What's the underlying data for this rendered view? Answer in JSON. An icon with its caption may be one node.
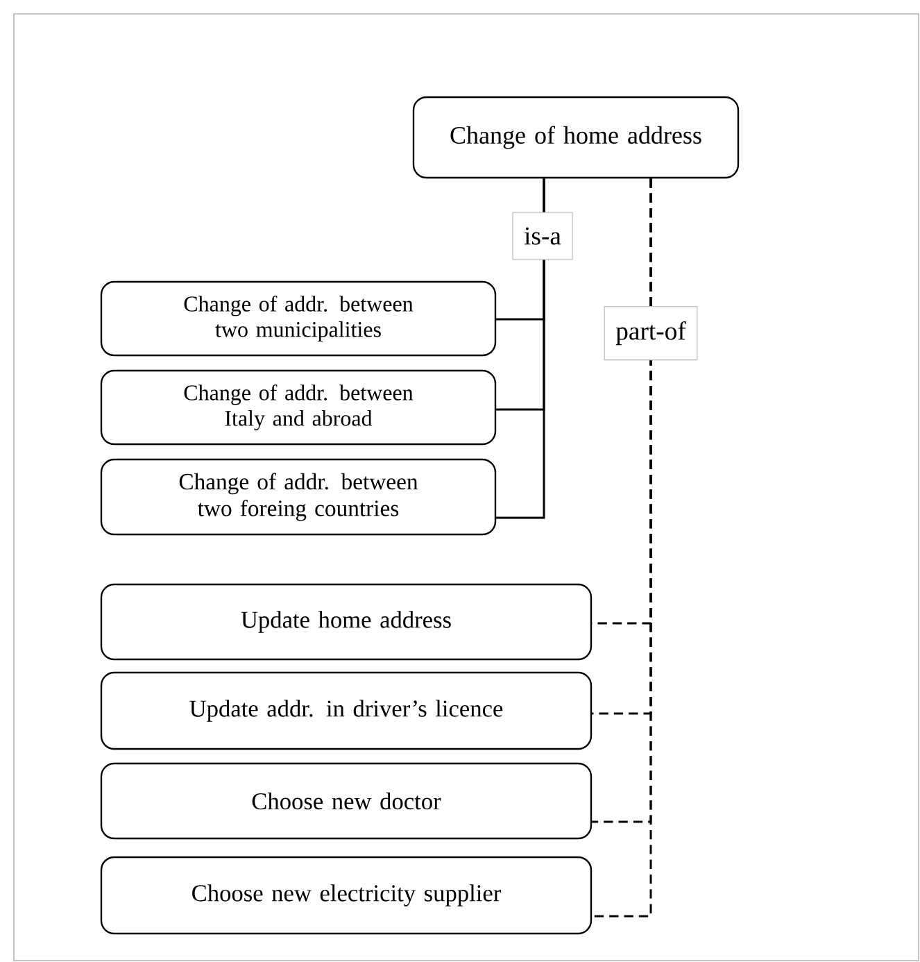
{
  "diagram": {
    "nodes": [
      {
        "text": [
          "Change of home address"
        ]
      },
      {
        "text": [
          "Change of addr. between two municipalities"
        ]
      },
      {
        "text": [
          "Change of addr. between Italy and abroad"
        ]
      },
      {
        "text": [
          "Change of addr. between two foreing countries"
        ]
      },
      {
        "text": [
          "Update home address"
        ]
      },
      {
        "text": [
          "Update addr. in driver’s licence"
        ]
      },
      {
        "text": [
          "Choose new doctor"
        ]
      },
      {
        "text": [
          "Choose new electricity  supplier"
        ]
      }
    ],
    "edges": [
      {
        "from": 0,
        "to": 1,
        "arrow": "none",
        "label": "is-a"
      },
      {
        "from": 0,
        "to": 2,
        "arrow": "none"
      },
      {
        "from": 0,
        "to": 3,
        "arrow": "none"
      },
      {
        "from": 0,
        "to": 4,
        "arrow": "none",
        "style": "dashed",
        "label": "part-of"
      },
      {
        "from": 0,
        "to": 5,
        "arrow": "none",
        "style": "dashed"
      },
      {
        "from": 0,
        "to": 6,
        "arrow": "none",
        "style": "dashed"
      },
      {
        "from": 0,
        "to": 7,
        "arrow": "none",
        "style": "dashed"
      }
    ]
  }
}
